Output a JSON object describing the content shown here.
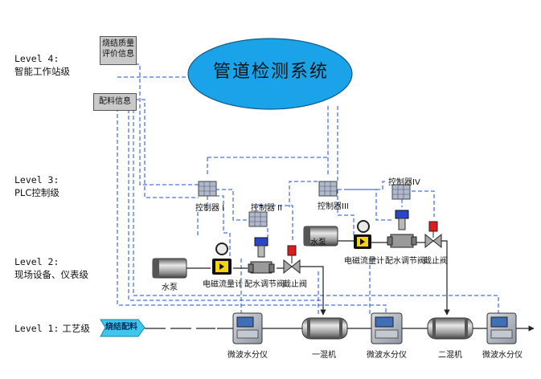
{
  "levels": [
    {
      "en": "Level 4:",
      "cn": "智能工作站级"
    },
    {
      "en": "Level 3:",
      "cn": "PLC控制级"
    },
    {
      "en": "Level 2:",
      "cn": "现场设备、仪表级"
    },
    {
      "en": "Level 1:",
      "cn": "工艺级"
    }
  ],
  "workstation": {
    "system_title": "管道检测系统",
    "quality_box": [
      "烧结质量",
      "评价信息"
    ],
    "ingredient_box": "配料信息"
  },
  "controllers": {
    "c1": "控制器 I",
    "c2": "控制器 II",
    "c3": "控制器III",
    "c4": "控制器IV"
  },
  "field": {
    "pump_left": "水泵",
    "flowmeter_left": "电磁流量计",
    "valve_left": "配水调节阀",
    "stop_left": "截止阀",
    "pump_right": "水泵",
    "flowmeter_right": "电磁流量计",
    "valve_right": "配水调节阀",
    "stop_right": "截止阀"
  },
  "process": {
    "sinter_tag": "烧结配料",
    "analyzer1": "微波水分仪",
    "mixer1": "一混机",
    "analyzer2": "微波水分仪",
    "mixer2": "二混机",
    "analyzer3": "微波水分仪"
  },
  "colors": {
    "link_blue": "#1f4fd6",
    "ellipse_fill": "#1aa3e8",
    "controller_fill": "#aeb8cf",
    "stop_valve_red": "#e11b1b",
    "device_gray": "#9a9a9a",
    "tag_fill": "#3ec6ee"
  }
}
